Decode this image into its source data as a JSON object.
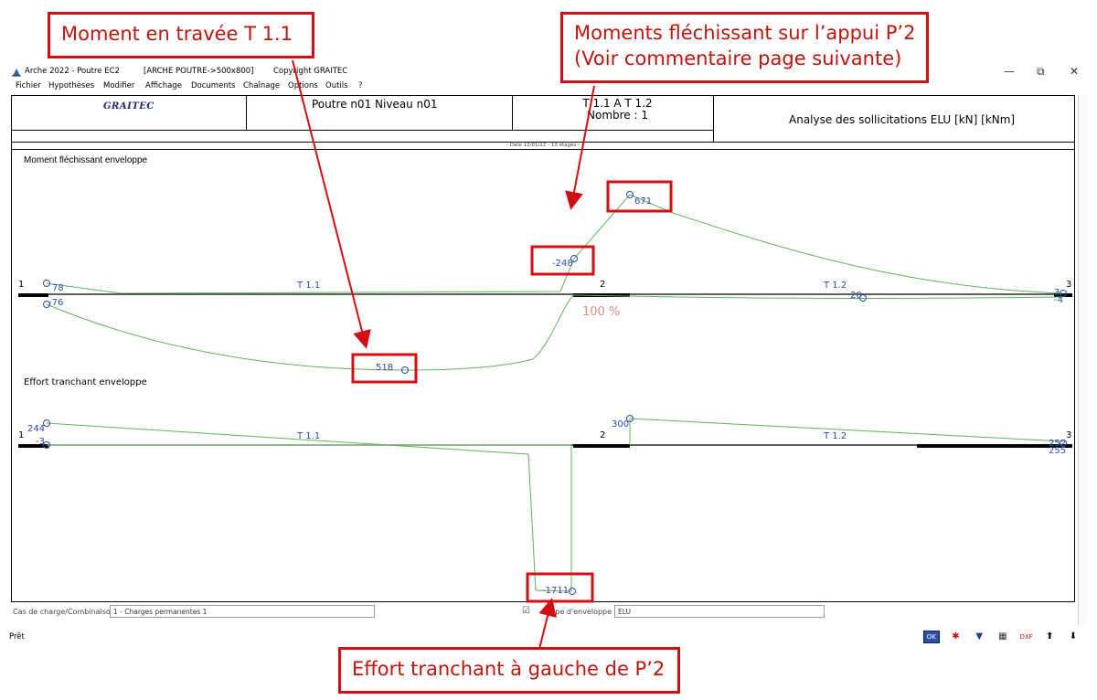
{
  "window": {
    "app_name": "Arche 2022 - Poutre EC2",
    "document": "[ARCHE POUTRE->500x800]",
    "copyright": "Copyright GRAITEC",
    "minimize": "—",
    "maximize": "⧉",
    "close": "✕"
  },
  "menu": [
    "Fichier",
    "Hypothèses",
    "Modifier",
    "Affichage",
    "Documents",
    "Chaînage",
    "Options",
    "Outils",
    "?"
  ],
  "header": {
    "logo": "GRAITEC",
    "beam": "Poutre n01 Niveau n01",
    "span_range": "T 1.1 A T 1.2",
    "count": "Nombre : 1",
    "analysis": "Analyse des sollicitations ELU [kN] [kNm]",
    "date": "- Date 12/01/22 - 10 étages -"
  },
  "chart_data": [
    {
      "type": "line",
      "title": "Moment fléchissant enveloppe",
      "supports": [
        "1",
        "2",
        "3"
      ],
      "spans": [
        "T 1.1",
        "T 1.2"
      ],
      "values": [
        {
          "label": "78",
          "value": 78,
          "x": 0.0
        },
        {
          "label": "-76",
          "value": -76,
          "x": 0.0
        },
        {
          "label": "518",
          "value": 518,
          "x": 0.24
        },
        {
          "label": "-248",
          "value": -248,
          "x": 0.54
        },
        {
          "label": "671",
          "value": 671,
          "x": 0.59
        },
        {
          "label": "20",
          "value": 20,
          "x": 0.8
        },
        {
          "label": "3",
          "value": 3,
          "x": 1.0
        },
        {
          "label": "-4",
          "value": -4,
          "x": 1.0
        }
      ],
      "ratio_label": "100 %"
    },
    {
      "type": "line",
      "title": "Effort tranchant enveloppe",
      "supports": [
        "1",
        "2",
        "3"
      ],
      "spans": [
        "T 1.1",
        "T 1.2"
      ],
      "values": [
        {
          "label": "244",
          "value": 244,
          "x": 0.0
        },
        {
          "label": "-3",
          "value": -3,
          "x": 0.0
        },
        {
          "label": "-1711",
          "value": -1711,
          "x": 0.54
        },
        {
          "label": "300",
          "value": 300,
          "x": 0.59
        },
        {
          "label": "252",
          "value": 252,
          "x": 1.0
        },
        {
          "label": "255",
          "value": 255,
          "x": 1.0
        }
      ]
    }
  ],
  "bottom": {
    "case_label": "Cas de charge/Combinaison",
    "case_value": "1 - Charges permanentes 1",
    "check": "☑",
    "envelope_label": "Type d'enveloppe",
    "envelope_value": "ELU"
  },
  "status": {
    "text": "Prêt",
    "icons": [
      "ok-icon",
      "bug-icon",
      "funnel-icon",
      "sketch-icon",
      "dxf-icon",
      "up-arrow-icon",
      "down-arrow-icon"
    ],
    "ok": "OK",
    "dxf": "DXF"
  },
  "annotations": {
    "moment_span": "Moment en travée T 1.1",
    "moment_support_l1": "Moments fléchissant sur l’appui P’2",
    "moment_support_l2": "(Voir commentaire page suivante)",
    "shear_left": "Effort tranchant à gauche de P’2"
  },
  "colors": {
    "curve": "#5fb55a",
    "label": "#2c49a6",
    "callout": "#d40d12",
    "support": "#000000",
    "ratio": "#e28e83"
  }
}
